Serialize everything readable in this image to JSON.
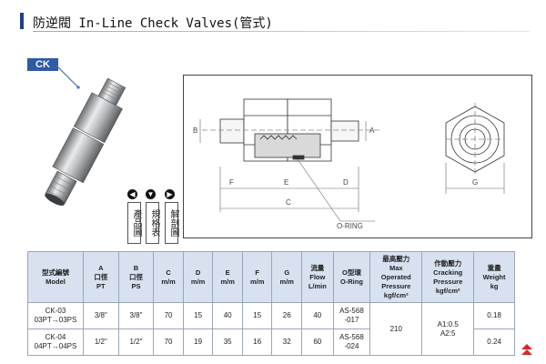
{
  "header": {
    "title": "防逆閥 In-Line Check Valves(管式)"
  },
  "model_tag": "CK",
  "nav": {
    "buttons": [
      {
        "label": "產品圖"
      },
      {
        "label": "規格表"
      },
      {
        "label": "解剖圖"
      }
    ]
  },
  "drawing": {
    "dim_b": "B",
    "dim_a": "A",
    "dim_f": "F",
    "dim_e": "E",
    "dim_d": "D",
    "dim_c": "C",
    "dim_g": "G",
    "oring_label": "O-RING"
  },
  "table": {
    "headers": [
      [
        "型式編號",
        "Model"
      ],
      [
        "A",
        "口徑",
        "PT"
      ],
      [
        "B",
        "口徑",
        "PS"
      ],
      [
        "C",
        "m/m"
      ],
      [
        "D",
        "m/m"
      ],
      [
        "E",
        "m/m"
      ],
      [
        "F",
        "m/m"
      ],
      [
        "G",
        "m/m"
      ],
      [
        "流量",
        "Flow",
        "L/min"
      ],
      [
        "O型環",
        "O-Ring"
      ],
      [
        "最高壓力",
        "Max",
        "Operated",
        "Pressure",
        "kgf/cm²"
      ],
      [
        "作動壓力",
        "Cracking",
        "Pressure",
        "kgf/cm²"
      ],
      [
        "重量",
        "Weight",
        "kg"
      ]
    ],
    "rows": [
      {
        "model": [
          "CK-03",
          "03PT→03PS"
        ],
        "a": "3/8\"",
        "b": "3/8\"",
        "c": "70",
        "d": "15",
        "e": "40",
        "f": "15",
        "g": "26",
        "flow": "40",
        "oring": [
          "AS-568",
          "-017"
        ],
        "weight": "0.18"
      },
      {
        "model": [
          "CK-04",
          "04PT→04PS"
        ],
        "a": "1/2\"",
        "b": "1/2\"",
        "c": "70",
        "d": "19",
        "e": "35",
        "f": "16",
        "g": "32",
        "flow": "60",
        "oring": [
          "AS-568",
          "-024"
        ],
        "weight": "0.24"
      }
    ],
    "max_pressure": "210",
    "cracking_pressure": [
      "A1:0.5",
      "A2:5"
    ]
  },
  "colors": {
    "accent": "#1f3f8f",
    "header_bg": "#d7e1f0",
    "tag_bg": "#2e5aa7",
    "top_arrow": "#d6282a"
  }
}
